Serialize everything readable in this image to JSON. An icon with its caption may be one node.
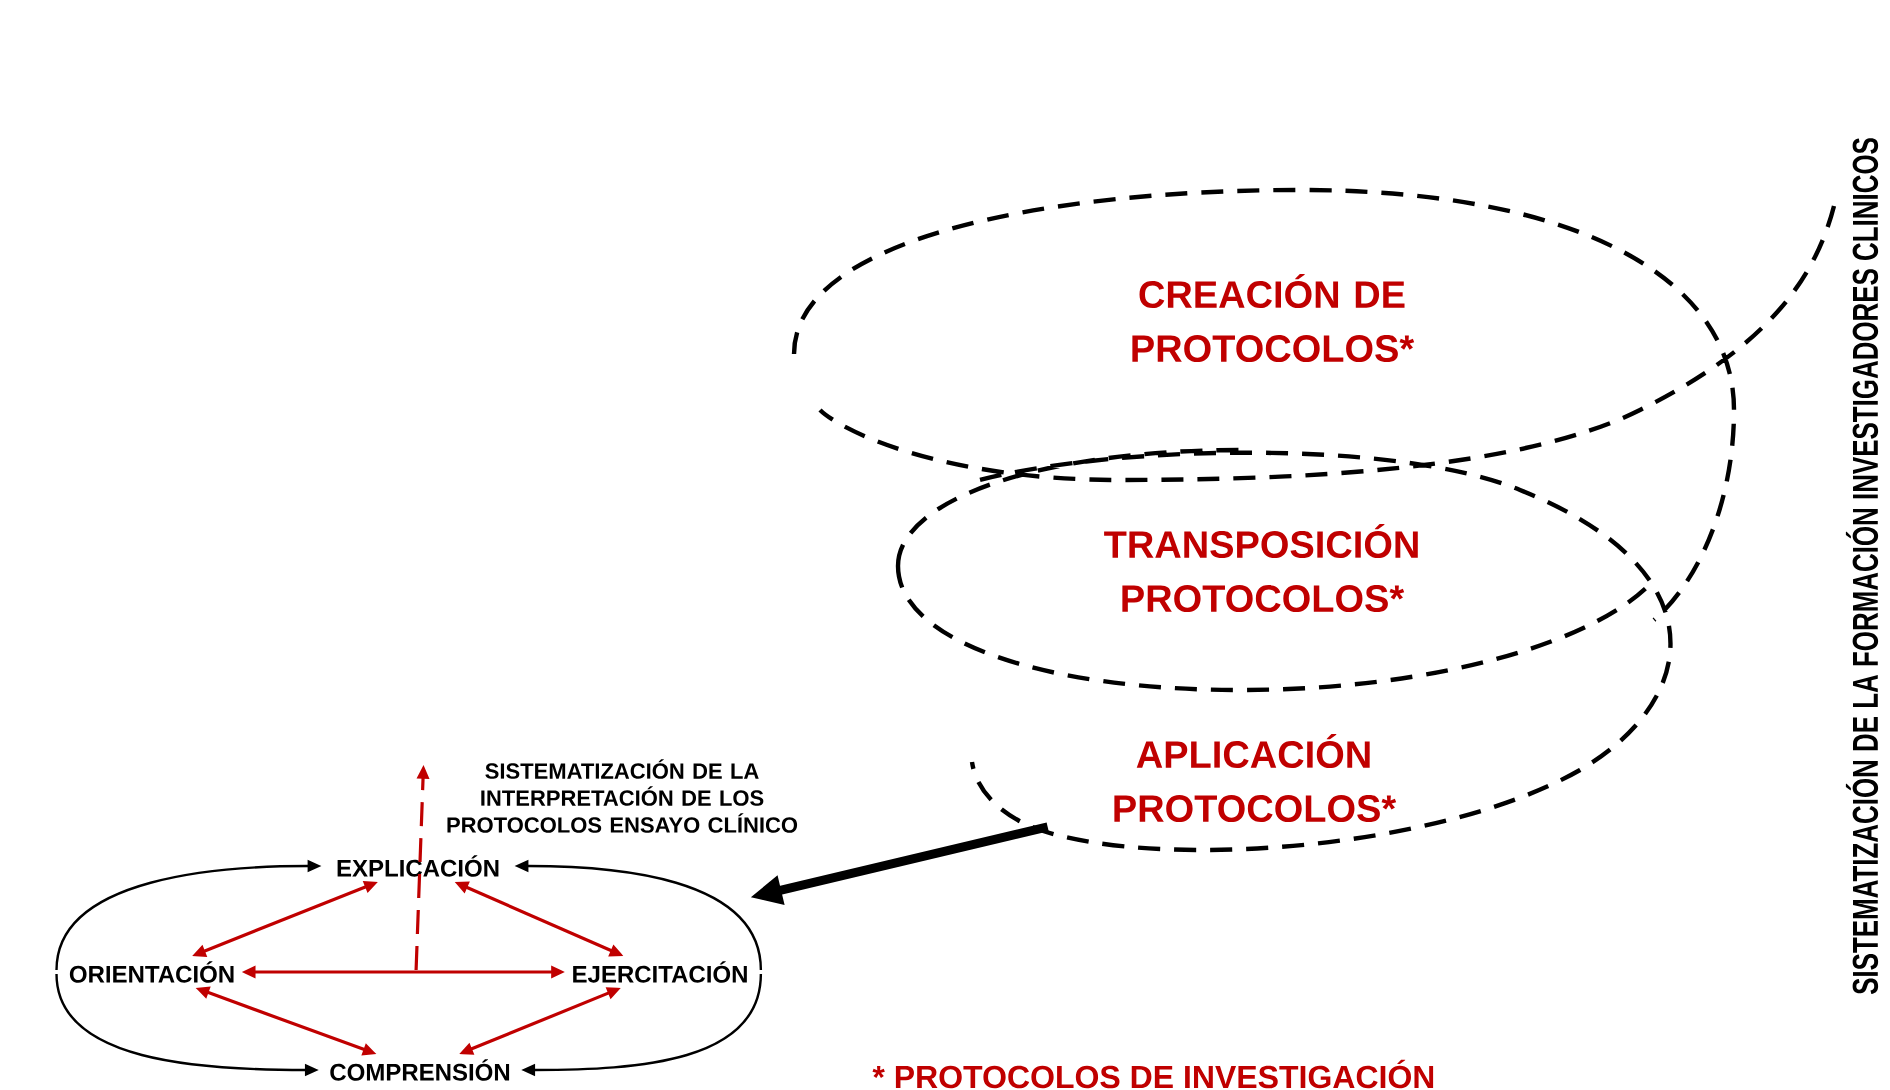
{
  "diagram": {
    "nodes": [
      {
        "text": [
          "CREACIÓN DE PROTOCOLOS*"
        ]
      },
      {
        "text": [
          "TRANSPOSICIÓN PROTOCOLOS*"
        ]
      },
      {
        "text": [
          "APLICACIÓN PROTOCOLOS*"
        ]
      },
      {
        "text": [
          "SISTEMATIZACIÓN DE LA INTERPRETACIÓN DE LOS PROTOCOLOS ENSAYO CLÍNICO"
        ]
      },
      {
        "text": [
          "EXPLICACIÓN"
        ]
      },
      {
        "text": [
          "ORIENTACIÓN"
        ]
      },
      {
        "text": [
          "EJERCITACIÓN"
        ]
      },
      {
        "text": [
          "COMPRENSIÓN"
        ]
      }
    ],
    "edges": [
      {
        "from": 2,
        "to": null,
        "arrow": "to",
        "style": "thick",
        "color": "#000000"
      },
      {
        "from": null,
        "to": 3,
        "arrow": "to",
        "style": "dashed",
        "color": "#c00000"
      },
      {
        "from": 4,
        "to": 5,
        "arrow": "both",
        "color": "#c00000"
      },
      {
        "from": 4,
        "to": 6,
        "arrow": "both",
        "color": "#c00000"
      },
      {
        "from": 5,
        "to": 6,
        "arrow": "both",
        "color": "#c00000"
      },
      {
        "from": 5,
        "to": 7,
        "arrow": "both",
        "color": "#c00000"
      },
      {
        "from": 6,
        "to": 7,
        "arrow": "both",
        "color": "#c00000"
      },
      {
        "from": 5,
        "to": 4,
        "arrow": "to",
        "color": "#000000"
      },
      {
        "from": 6,
        "to": 4,
        "arrow": "to",
        "color": "#000000"
      },
      {
        "from": 5,
        "to": 7,
        "arrow": "to",
        "color": "#000000"
      },
      {
        "from": 6,
        "to": 7,
        "arrow": "to",
        "color": "#000000"
      }
    ],
    "labels": [
      "* PROTOCOLOS DE INVESTIGACIÓN",
      "SISTEMATIZACIÓN DE LA FORMACIÓN INVESTIGADORES CLINICOS"
    ]
  }
}
